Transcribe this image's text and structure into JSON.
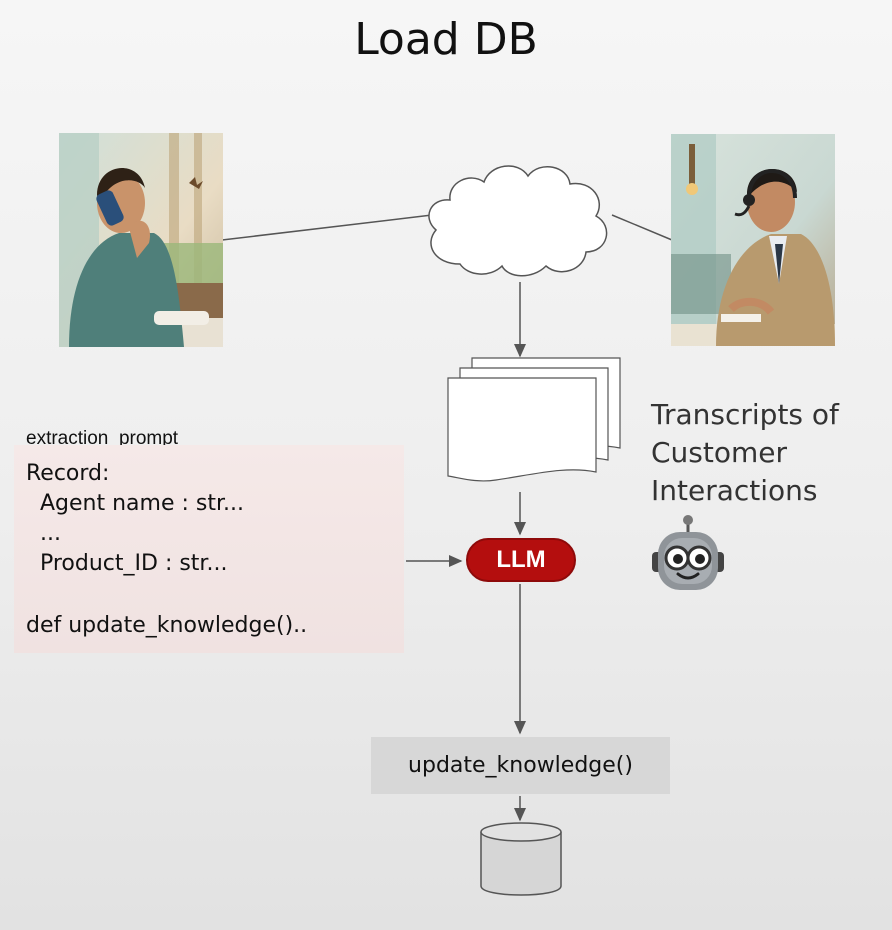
{
  "title": "Load DB",
  "caller": {
    "image": "customer-on-phone-illustration"
  },
  "agent": {
    "image": "call-center-agent-with-headset-illustration"
  },
  "cloud": {
    "shape": "cloud"
  },
  "transcripts": {
    "label_lines": [
      "Transcripts of",
      "Customer",
      "Interactions"
    ]
  },
  "extraction_prompt": {
    "label": "extraction_prompt",
    "lines": [
      "Record:",
      "  Agent name : str...",
      "  ...",
      "  Product_ID : str...",
      "",
      "def update_knowledge().."
    ]
  },
  "llm": {
    "label": "LLM"
  },
  "robot": {
    "icon": "robot-face-icon"
  },
  "update_node": {
    "label": "update_knowledge()"
  },
  "database": {
    "icon": "database-cylinder-icon"
  },
  "colors": {
    "llm_fill": "#b40e0e",
    "prompt_box": "#f3e6e5",
    "update_box": "#d7d7d7",
    "line": "#555555"
  }
}
